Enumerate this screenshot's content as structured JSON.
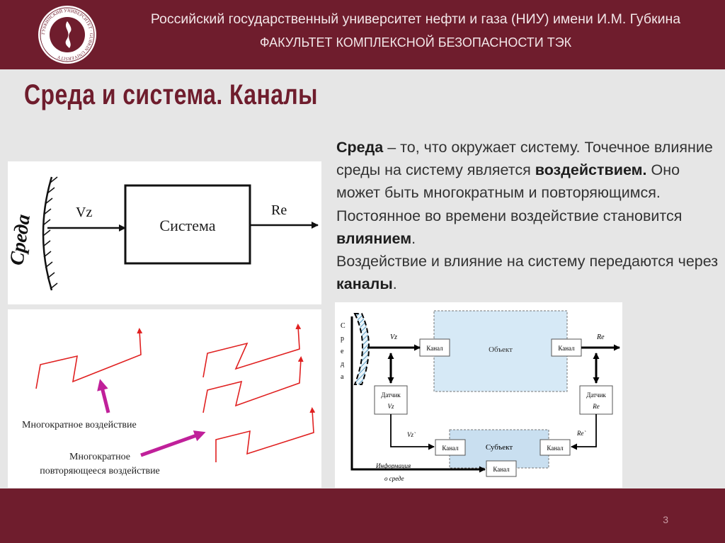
{
  "header": {
    "university": "Российский государственный университет нефти и газа (НИУ) имени И.М. Губкина",
    "faculty": "ФАКУЛЬТЕТ КОМПЛЕКСНОЙ БЕЗОПАСНОСТИ ТЭК",
    "logo_text": "ГУБКИНСКИЙ УНИВЕРСИТЕТ · GUBKIN UNIVERSITY"
  },
  "slide": {
    "title": "Среда и система. Каналы",
    "page_number": "3"
  },
  "text": {
    "p1_term": "Среда",
    "p1_rest": " – то, что окружает систему. Точечное влияние  среды на систему является ",
    "p1_bold": "воздействием.",
    "p1_end": " Оно может быть многократным и повторяющимся.",
    "p2_start": "Постоянное во времени воздействие становится ",
    "p2_bold": "влиянием",
    "p2_end": ".",
    "p3_start": "Воздействие и влияние на систему передаются через ",
    "p3_bold": "каналы",
    "p3_end": "."
  },
  "diagram1": {
    "env_label": "Среда",
    "input_label": "Vz",
    "system_label": "Система",
    "output_label": "Re"
  },
  "diagram2": {
    "label1": "Многократное воздействие",
    "label2a": "Многократное",
    "label2b": "повторяющееся воздействие"
  },
  "diagram3": {
    "env_letters": [
      "С",
      "р",
      "е",
      "д",
      "а"
    ],
    "vz": "Vz",
    "re": "Re",
    "channel": "Канал",
    "object": "Объект",
    "subject": "Субъект",
    "sensor": "Датчик",
    "vz_prime": "Vz`",
    "re_prime": "Re`",
    "info1": "Информация",
    "info2": "о среде"
  },
  "colors": {
    "brand": "#6f1d2d",
    "arrow_red": "#e02020",
    "pointer_magenta": "#c0209a"
  }
}
